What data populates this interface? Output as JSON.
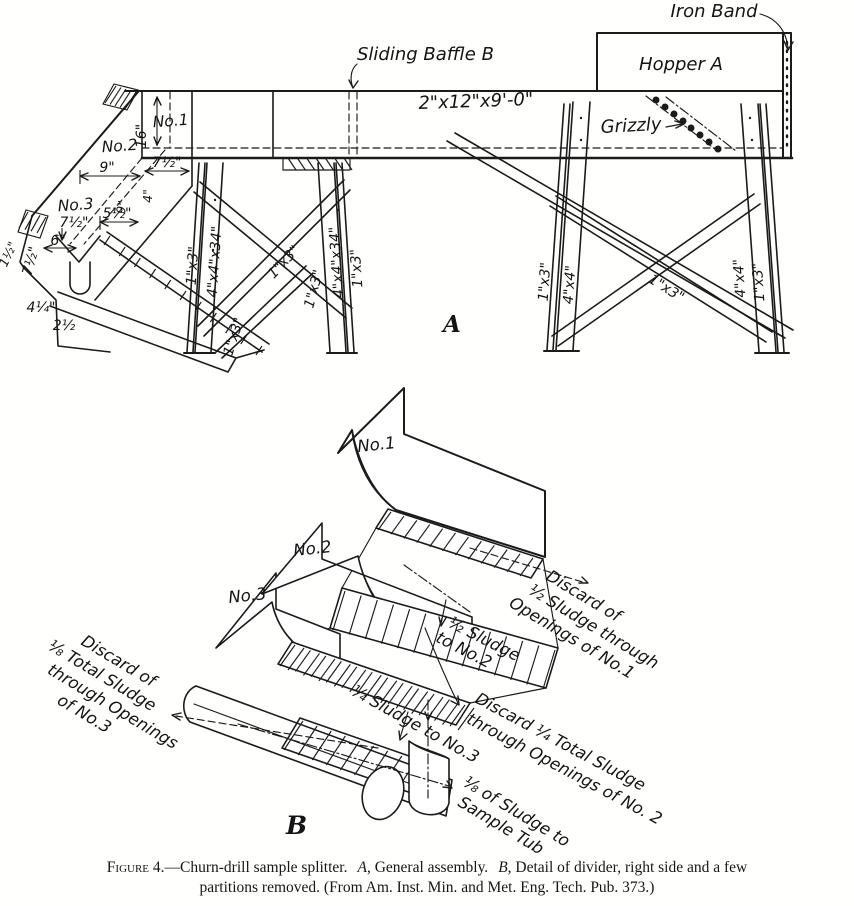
{
  "page": {
    "background": "#ffffff",
    "ink": "#1b1b1b"
  },
  "drawing_a": {
    "panel_label": "A",
    "callouts": {
      "iron_band": "Iron Band",
      "hopper": "Hopper A",
      "sliding_baffle": "Sliding Baffle B",
      "beam_size": "2\"x12\"x9'-0\"",
      "grizzly": "Grizzly",
      "no1": "No.1",
      "no2": "No.2",
      "no3": "No.3"
    },
    "dims": {
      "d16": "16\"",
      "d7h_a": "7½\"",
      "d9_a": "9\"",
      "d4": "4\"",
      "d9_b": "9\"",
      "d5h": "5½\"",
      "d7h_b": "7½\"",
      "d6": "6\"",
      "d7h_c": "7½\"",
      "d1h": "1½\"",
      "d4q": "4¼\"",
      "d2h": "2½"
    },
    "lumber": {
      "l1x3": "1\"x3\"",
      "l4x4x34": "4\"x4\"x34\"",
      "l4x4": "4\"x4\""
    }
  },
  "drawing_b": {
    "panel_label": "B",
    "no1": "No.1",
    "no2": "No.2",
    "no3": "No.3",
    "discard_no1": [
      "Discard of",
      "½ Sludge through",
      "Openings of No.1"
    ],
    "half_to_no2": [
      "½ Sludge",
      "to No.2"
    ],
    "discard_no2": [
      "Discard ¼ Total Sludge",
      "through Openings of No. 2"
    ],
    "quarter_to_no3": "¼ Sludge to No.3",
    "discard_no3": [
      "Discard of",
      "⅛ Total Sludge",
      "through Openings",
      "of No.3"
    ],
    "eighth_to_tub": [
      "⅛ of Sludge to",
      "Sample Tub"
    ]
  },
  "caption": {
    "figure": "Figure 4.",
    "lead": "—Churn-drill sample splitter.",
    "a_label": "A",
    "a_desc": ", General assembly.",
    "b_label": "B",
    "b_desc": ", Detail of divider, right side and a few",
    "line2": "partitions removed.  (From Am. Inst. Min. and Met. Eng. Tech. Pub. 373.)"
  }
}
